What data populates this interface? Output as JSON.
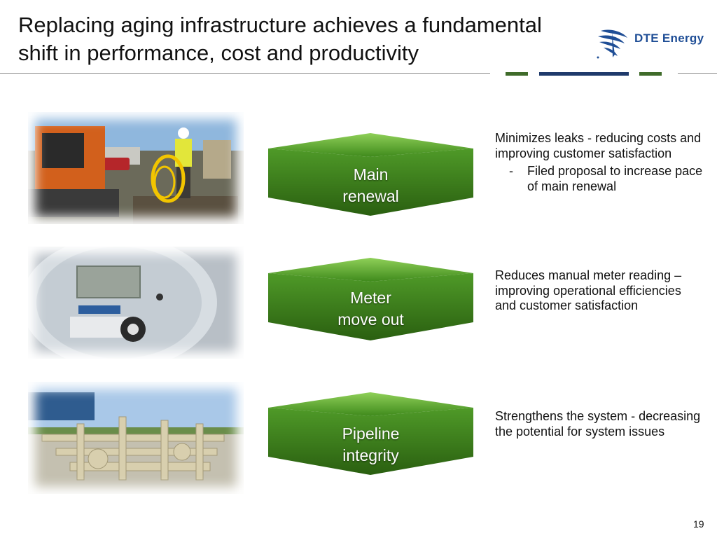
{
  "header": {
    "title_line1": "Replacing aging infrastructure achieves a fundamental",
    "title_line2": "shift in performance, cost and productivity",
    "logo_text": "DTE Energy"
  },
  "colors": {
    "green_dark": "#2f6b14",
    "green_light": "#7cc04a",
    "navy": "#1f3a6b",
    "logo_blue": "#1f4e96"
  },
  "rows": [
    {
      "image": "construction-worker-photo",
      "label_line1": "Main",
      "label_line2": "renewal",
      "description": "Minimizes leaks - reducing costs and improving customer satisfaction",
      "sub_bullet": "Filed proposal to increase pace of main renewal",
      "sub_marker": "-"
    },
    {
      "image": "gas-meter-photo",
      "label_line1": "Meter",
      "label_line2": "move out",
      "description": "Reduces manual meter reading – improving operational efficiencies and customer satisfaction"
    },
    {
      "image": "pipeline-station-photo",
      "label_line1": "Pipeline",
      "label_line2": "integrity",
      "description": "Strengthens the system - decreasing the potential for system issues"
    }
  ],
  "footer": {
    "page_number": "19"
  }
}
